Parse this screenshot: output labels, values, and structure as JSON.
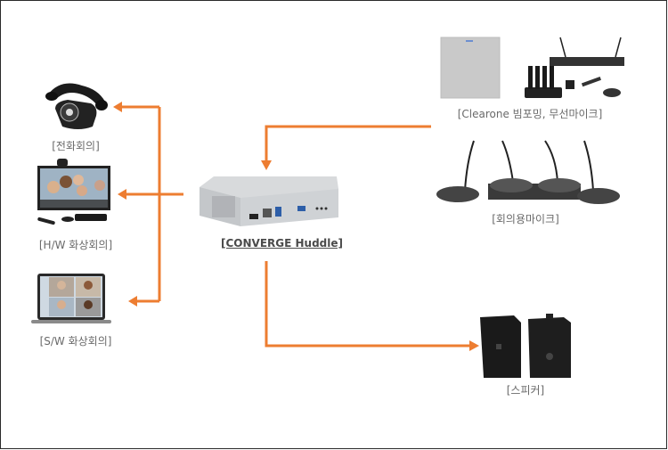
{
  "diagram": {
    "hub": {
      "label": "[CONVERGE Huddle]",
      "icon": "converge-huddle-device-icon"
    },
    "outputs": [
      {
        "label": "[전화회의]",
        "icon": "telephone-icon"
      },
      {
        "label": "[H/W 화상회의]",
        "icon": "hardware-video-conference-icon"
      },
      {
        "label": "[S/W 화상회의]",
        "icon": "laptop-video-conference-icon"
      }
    ],
    "inputs": [
      {
        "label": "[Clearone 빔포밍, 무선마이크]",
        "icon": "beamforming-wireless-mic-icon"
      },
      {
        "label": "[회의용마이크]",
        "icon": "conference-microphone-icon"
      }
    ],
    "speaker": {
      "label": "[스피커]",
      "icon": "speaker-icon"
    },
    "colors": {
      "arrow": "#ed7d31",
      "label_text": "#6a6a6a",
      "hub_text": "#4a4a4a",
      "border": "#2a2a2a"
    }
  }
}
